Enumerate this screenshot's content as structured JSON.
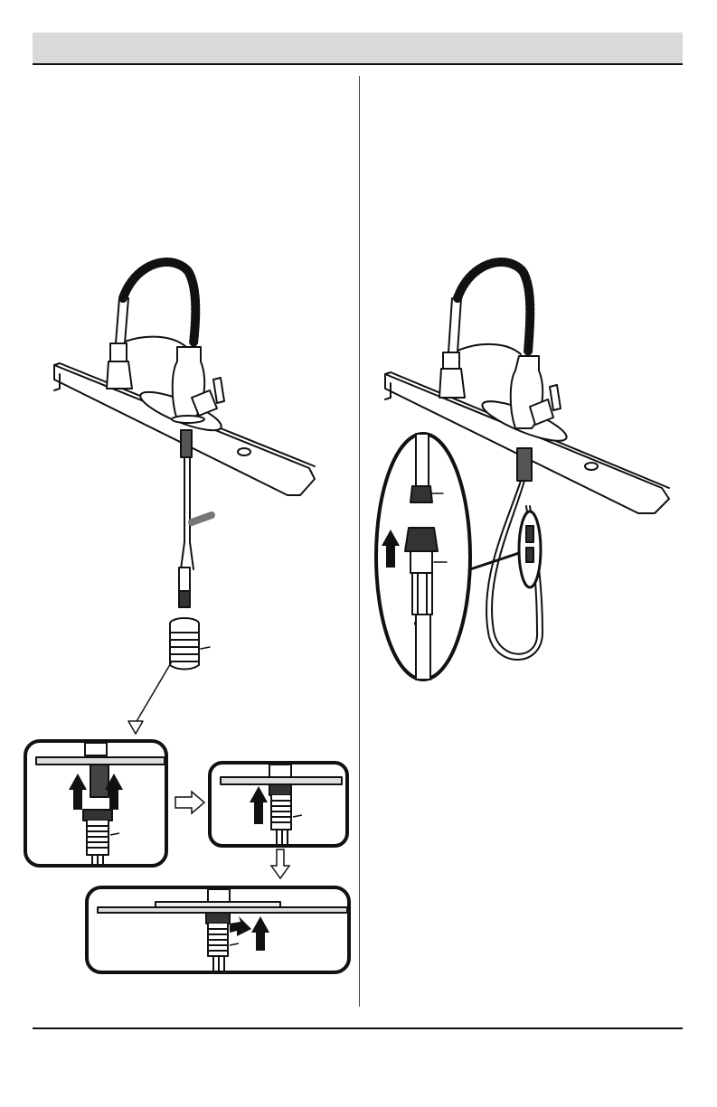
{
  "header": {
    "title": ""
  },
  "steps": [
    {
      "number": "",
      "title": "",
      "text": ""
    },
    {
      "number": "",
      "title": "",
      "text": ""
    }
  ],
  "footer": {
    "page_number": ""
  },
  "colors": {
    "header_bar": "#d9d9d9",
    "line": "#111111",
    "arrow": "#111111"
  },
  "illustrations": [
    {
      "name": "faucet-with-mounting-nut",
      "insets": [
        "nut-positioning",
        "nut-threading",
        "nut-tightening"
      ]
    },
    {
      "name": "faucet-with-spray-hose-connection",
      "insets": [
        "quick-connector-detail"
      ]
    }
  ]
}
